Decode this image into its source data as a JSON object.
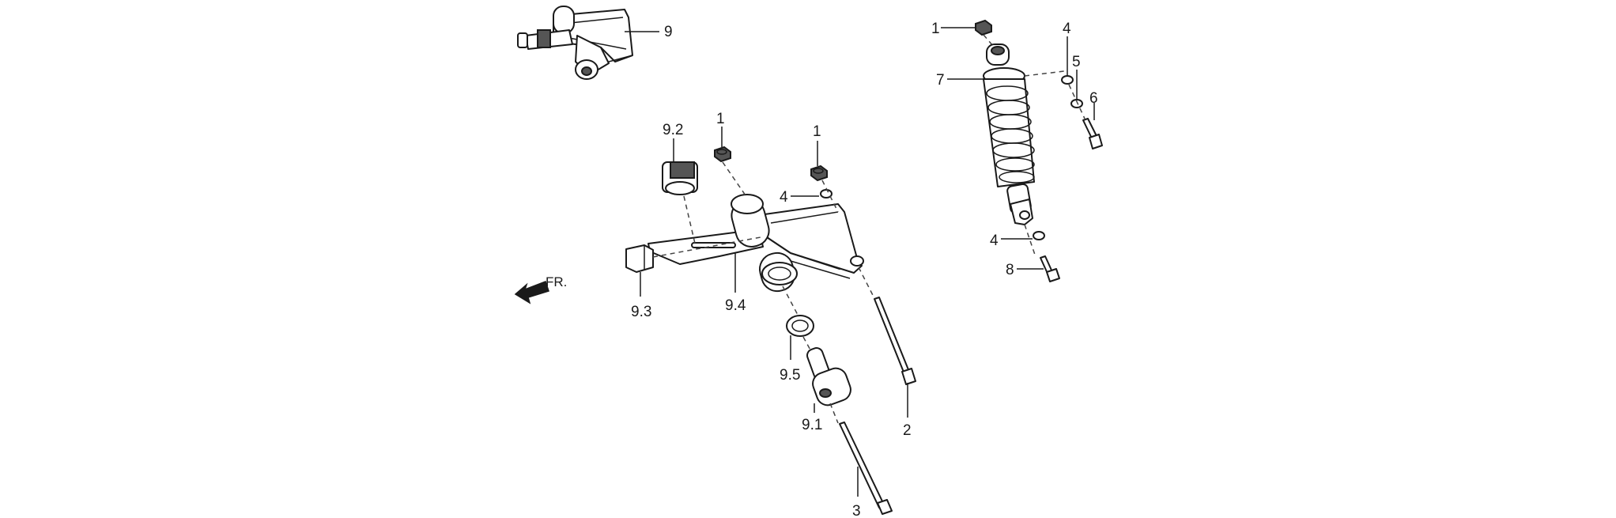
{
  "callouts": {
    "c_9": "9",
    "c_9_2": "9.2",
    "c_9_3": "9.3",
    "c_9_4": "9.4",
    "c_9_5": "9.5",
    "c_9_1": "9.1",
    "c_1_left": "1",
    "c_1_mid": "1",
    "c_1_top": "1",
    "c_4_mid": "4",
    "c_4_top": "4",
    "c_4_low": "4",
    "c_5": "5",
    "c_6": "6",
    "c_7": "7",
    "c_8": "8",
    "c_2": "2",
    "c_3": "3"
  },
  "direction_indicator": {
    "label": "FR.",
    "icon": "arrow-left-icon"
  }
}
